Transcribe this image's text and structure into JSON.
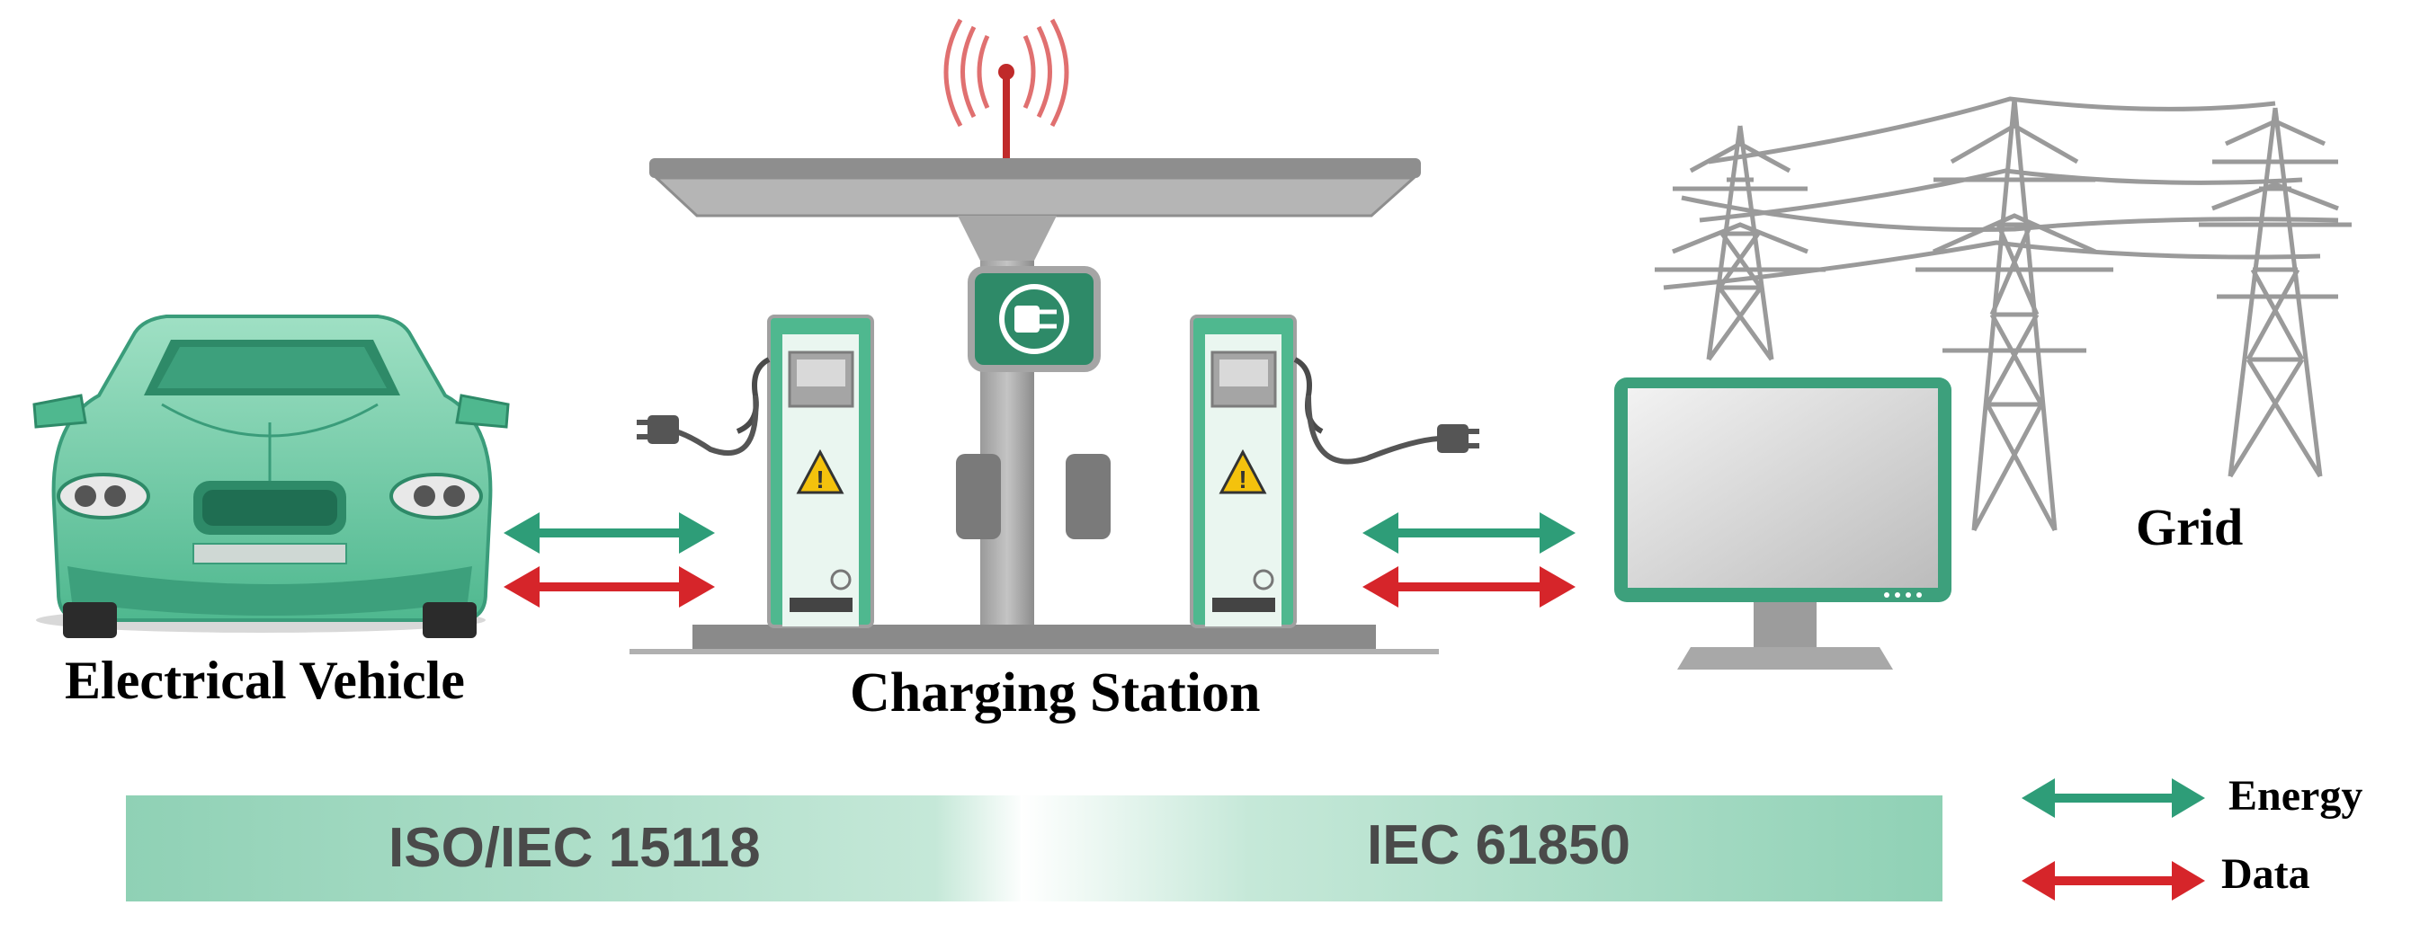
{
  "labels": {
    "vehicle": "Electrical Vehicle",
    "station": "Charging Station",
    "grid": "Grid"
  },
  "standards": {
    "left": "ISO/IEC 15118",
    "right": "IEC 61850"
  },
  "legend": {
    "energy": "Energy",
    "data": "Data"
  },
  "colors": {
    "energy_arrow": "#2e9d78",
    "data_arrow": "#d6252a",
    "accent_green": "#3a9c7a",
    "signal_red": "#e07070"
  },
  "icons": {
    "vehicle": "car-icon",
    "station": "charging-station-icon",
    "grid": "power-pylon-icon",
    "monitor": "monitor-icon",
    "antenna": "antenna-icon",
    "plug": "plug-icon",
    "warning": "warning-icon"
  }
}
